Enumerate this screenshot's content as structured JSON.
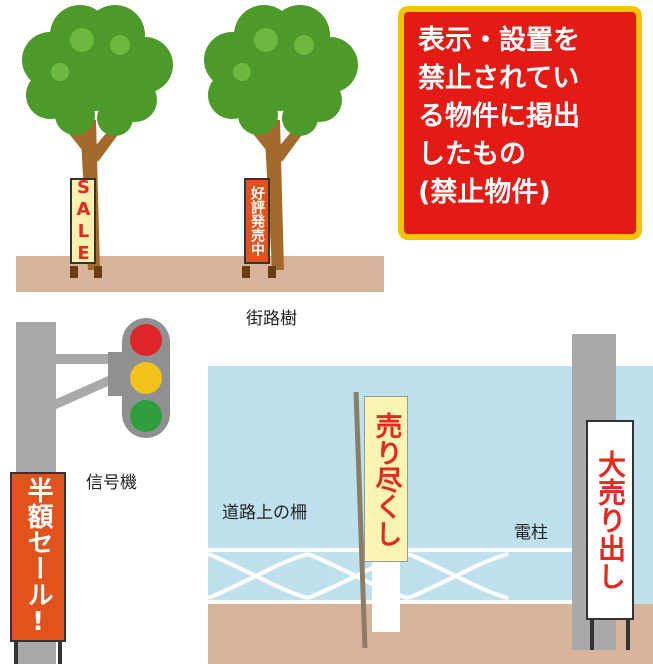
{
  "notice": {
    "lines": [
      "表示・設置を",
      "禁止されてい",
      "る物件に掲出",
      "したもの",
      "(禁止物件)"
    ]
  },
  "labels": {
    "street_trees": "街路樹",
    "traffic_signal": "信号機",
    "road_fence": "道路上の柵",
    "utility_pole": "電柱"
  },
  "signs": {
    "sale": "SALE",
    "hot_sale": "好評発売中",
    "half_price": "半額セール!",
    "sold_out": "売り尽くし",
    "big_sale": "大売り出し"
  },
  "colors": {
    "notice_bg": "#e31b14",
    "notice_border": "#f5c400",
    "ground": "#d7b49a",
    "sky": "#bfe1ee",
    "tree_leaf": "#4c9a2a",
    "trunk": "#a46a2c",
    "pole": "#a8a9ab",
    "sign_orange": "#e2521c",
    "sign_red": "#e8281e",
    "banner_yellow": "#fbf5b4",
    "signal_red": "#e0262a",
    "signal_yellow": "#f2c21a",
    "signal_green": "#2f9e3c"
  }
}
